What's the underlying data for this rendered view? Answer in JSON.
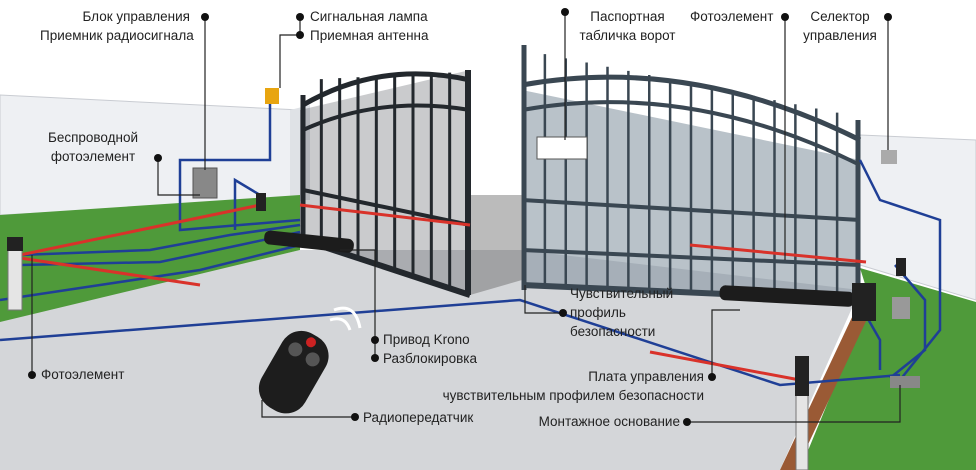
{
  "labels": {
    "control_unit": "Блок управления",
    "radio_receiver": "Приемник радиосигнала",
    "signal_lamp": "Сигнальная лампа",
    "antenna": "Приемная антенна",
    "nameplate_1": "Паспортная",
    "nameplate_2": "табличка ворот",
    "photocell_top": "Фотоэлемент",
    "selector_1": "Селектор",
    "selector_2": "управления",
    "wireless_1": "Беспроводной",
    "wireless_2": "фотоэлемент",
    "photocell_left": "Фотоэлемент",
    "drive": "Привод Krono",
    "release": "Разблокировка",
    "transmitter": "Радиопередатчик",
    "edge_1": "Чувствительный",
    "edge_2": "профиль",
    "edge_3": "безопасности",
    "board_1": "Плата управления",
    "board_2": "чувствительным профилем безопасности",
    "base": "Монтажное основание"
  },
  "colors": {
    "wire_blue": "#1f3f96",
    "beam_red": "#d9322a",
    "grass": "#4f9a3a",
    "gate": "#2a3036"
  }
}
